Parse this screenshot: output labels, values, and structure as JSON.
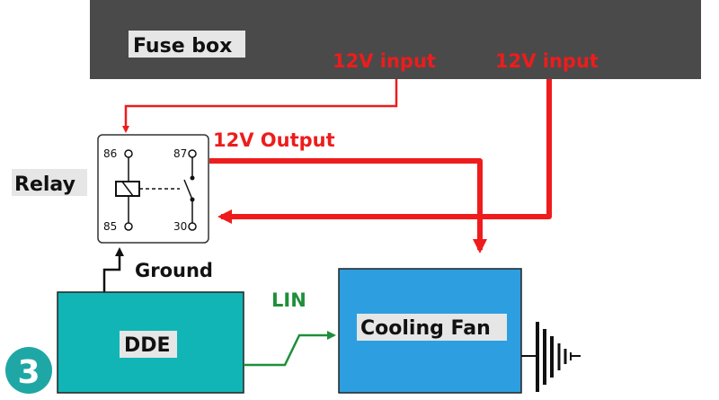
{
  "fuse_box": {
    "label": "Fuse box",
    "input_left_label": "12V input",
    "input_right_label": "12V input",
    "color": "#4a4a4a"
  },
  "relay": {
    "label": "Relay",
    "pins": [
      "86",
      "87",
      "85",
      "30"
    ]
  },
  "output_label": "12V Output",
  "ground_label": "Ground",
  "lin_label": "LIN",
  "dde": {
    "label": "DDE",
    "color": "#12b5b5"
  },
  "fan": {
    "label": "Cooling Fan",
    "color": "#2d9fe0",
    "icon": "vibration-waves-icon"
  },
  "step": {
    "number": "3",
    "color": "#1fa7a5"
  },
  "colors": {
    "power_line": "#ee1c1c",
    "lin_line": "#1e8f3a",
    "ground_line": "#111111"
  }
}
